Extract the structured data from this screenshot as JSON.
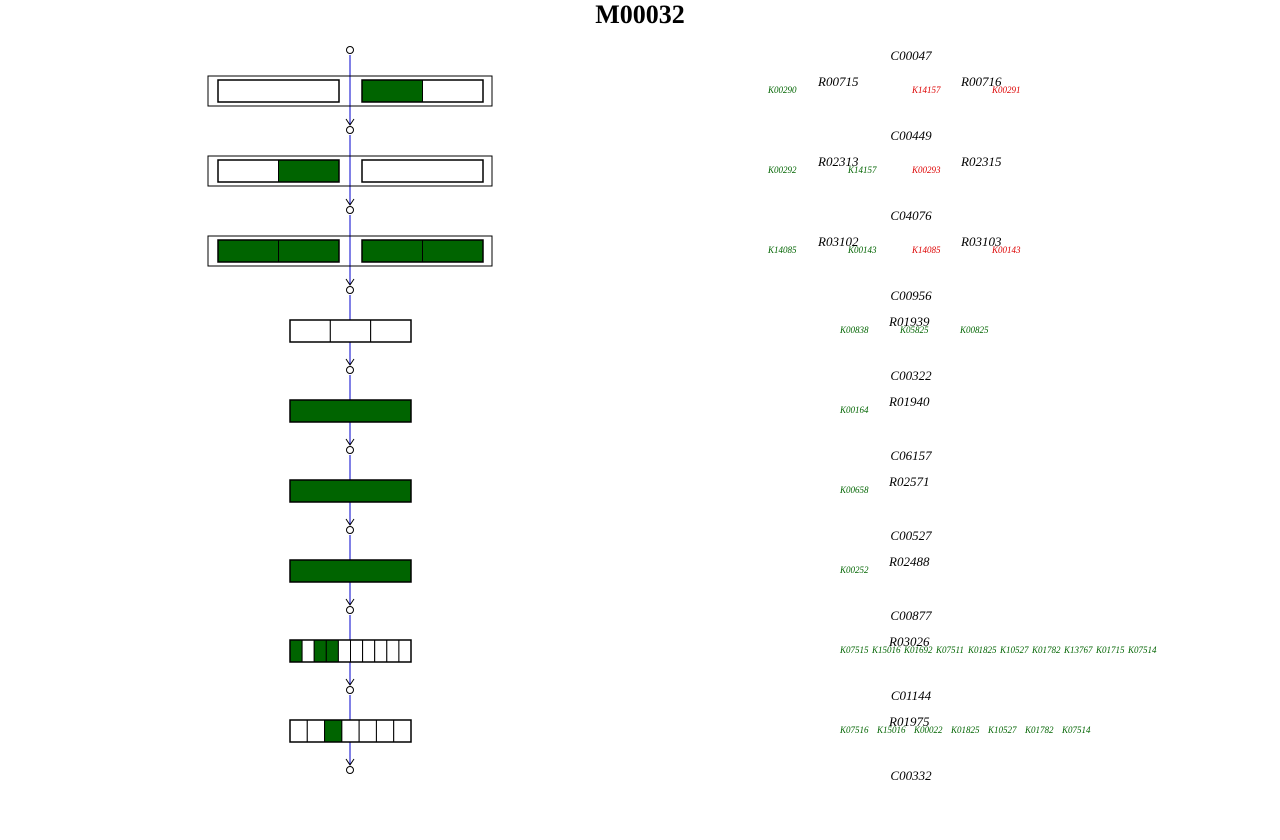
{
  "title": "M00032",
  "colors": {
    "present": "#006400",
    "absent": "#ffffff",
    "border": "#000000",
    "arrow": "#0000cc",
    "ko_present": "#006400",
    "ko_absent": "#dd0000",
    "text": "#000000"
  },
  "compounds": [
    "C00047",
    "C00449",
    "C04076",
    "C00956",
    "C00322",
    "C06157",
    "C00527",
    "C00877",
    "C01144",
    "C00332"
  ],
  "steps": [
    {
      "layout": "pair",
      "reactions": [
        {
          "id": "R00715",
          "kos": [
            {
              "id": "K00290",
              "present": true
            }
          ],
          "cells": [
            false
          ]
        },
        {
          "id": "R00716",
          "kos": [
            {
              "id": "K14157",
              "present": false
            },
            {
              "id": "K00291",
              "present": false
            }
          ],
          "cells": [
            true,
            false
          ]
        }
      ]
    },
    {
      "layout": "pair",
      "reactions": [
        {
          "id": "R02313",
          "kos": [
            {
              "id": "K00292",
              "present": true
            },
            {
              "id": "K14157",
              "present": true
            }
          ],
          "cells": [
            false,
            true
          ]
        },
        {
          "id": "R02315",
          "kos": [
            {
              "id": "K00293",
              "present": false
            }
          ],
          "cells": [
            false
          ]
        }
      ]
    },
    {
      "layout": "pair",
      "reactions": [
        {
          "id": "R03102",
          "kos": [
            {
              "id": "K14085",
              "present": true
            },
            {
              "id": "K00143",
              "present": true
            }
          ],
          "cells": [
            true,
            true
          ]
        },
        {
          "id": "R03103",
          "kos": [
            {
              "id": "K14085",
              "present": false
            },
            {
              "id": "K00143",
              "present": false
            }
          ],
          "cells": [
            true,
            true
          ]
        }
      ]
    },
    {
      "layout": "single",
      "reactions": [
        {
          "id": "R01939",
          "kos": [
            {
              "id": "K00838",
              "present": true
            },
            {
              "id": "K05825",
              "present": true
            },
            {
              "id": "K00825",
              "present": true
            }
          ],
          "cells": [
            false,
            false,
            false
          ]
        }
      ]
    },
    {
      "layout": "single",
      "reactions": [
        {
          "id": "R01940",
          "kos": [
            {
              "id": "K00164",
              "present": true
            }
          ],
          "cells": [
            true
          ]
        }
      ]
    },
    {
      "layout": "single",
      "reactions": [
        {
          "id": "R02571",
          "kos": [
            {
              "id": "K00658",
              "present": true
            }
          ],
          "cells": [
            true
          ]
        }
      ]
    },
    {
      "layout": "single",
      "reactions": [
        {
          "id": "R02488",
          "kos": [
            {
              "id": "K00252",
              "present": true
            }
          ],
          "cells": [
            true
          ]
        }
      ]
    },
    {
      "layout": "single",
      "reactions": [
        {
          "id": "R03026",
          "kos": [
            {
              "id": "K07515",
              "present": true
            },
            {
              "id": "K15016",
              "present": true
            },
            {
              "id": "K01692",
              "present": true
            },
            {
              "id": "K07511",
              "present": true
            },
            {
              "id": "K01825",
              "present": true
            },
            {
              "id": "K10527",
              "present": true
            },
            {
              "id": "K01782",
              "present": true
            },
            {
              "id": "K13767",
              "present": true
            },
            {
              "id": "K01715",
              "present": true
            },
            {
              "id": "K07514",
              "present": true
            }
          ],
          "cells": [
            true,
            false,
            true,
            true,
            false,
            false,
            false,
            false,
            false,
            false
          ]
        }
      ]
    },
    {
      "layout": "single",
      "reactions": [
        {
          "id": "R01975",
          "kos": [
            {
              "id": "K07516",
              "present": true
            },
            {
              "id": "K15016",
              "present": true
            },
            {
              "id": "K00022",
              "present": true
            },
            {
              "id": "K01825",
              "present": true
            },
            {
              "id": "K10527",
              "present": true
            },
            {
              "id": "K01782",
              "present": true
            },
            {
              "id": "K07514",
              "present": true
            }
          ],
          "cells": [
            false,
            false,
            true,
            false,
            false,
            false,
            false
          ]
        }
      ]
    }
  ]
}
